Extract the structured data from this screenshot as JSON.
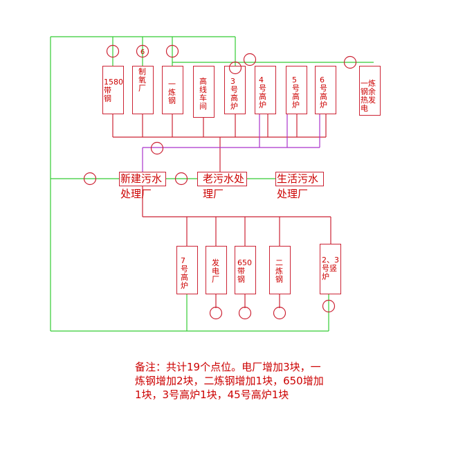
{
  "plants_top": {
    "p1580": "1580\n带\n钢",
    "oxygen": "制\n氧\n厂",
    "steel1": "一\n炼\n钢",
    "wire": "高\n线\n车\n间",
    "bf3": "3\n号\n高\n炉",
    "bf4": "4\n号\n高\n炉",
    "bf5": "5\n号\n高\n炉",
    "bf6": "6\n号\n高\n炉",
    "heat": "一炼\n钢余\n热发\n电"
  },
  "treatment": {
    "new_line1": "新建污水",
    "new_line2": "处理厂",
    "old_line1": "老污水处",
    "old_line2": "理厂",
    "life_line1": "生活污水",
    "life_line2": "处理厂"
  },
  "plants_bottom": {
    "bf7": "7\n号\n高\n炉",
    "power": "发\n电\n厂",
    "p650": "650\n带\n钢",
    "steel2": "二\n炼\n钢",
    "shaft": "2、3\n号竖\n炉"
  },
  "point_label_6": "6",
  "note_text": "备注：共计19个点位。电厂增加3块，一炼钢增加2块，二炼钢增加1块，650增加1块，3号高炉1块，45号高炉1块",
  "colors": {
    "red": "#cc2233",
    "green": "#33cc33",
    "purple": "#aa33cc"
  }
}
